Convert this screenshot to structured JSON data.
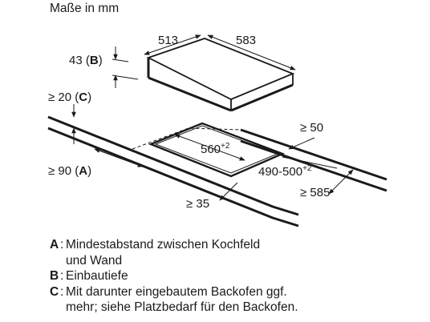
{
  "title": "Maße in mm",
  "dimensions": {
    "hob_depth": "513",
    "hob_width": "583",
    "hob_height_value": "43",
    "hob_height_key": "B",
    "worktop_edge_value": "≥ 20",
    "worktop_edge_key": "C",
    "cutout_width": "560",
    "cutout_width_tol": "+2",
    "cutout_depth": "490-500",
    "cutout_depth_tol": "+2",
    "wall_clearance": "≥ 50",
    "front_edge_value": "≥ 90",
    "front_edge_key": "A",
    "front_clearance": "≥ 35",
    "worktop_depth": "≥ 585"
  },
  "legend": [
    {
      "key": "A",
      "text": "Mindestabstand zwischen Kochfeld\nund Wand"
    },
    {
      "key": "B",
      "text": "Einbautiefe"
    },
    {
      "key": "C",
      "text": "Mit darunter eingebautem Backofen ggf.\nmehr; siehe Platzbedarf für den Backofen."
    }
  ]
}
